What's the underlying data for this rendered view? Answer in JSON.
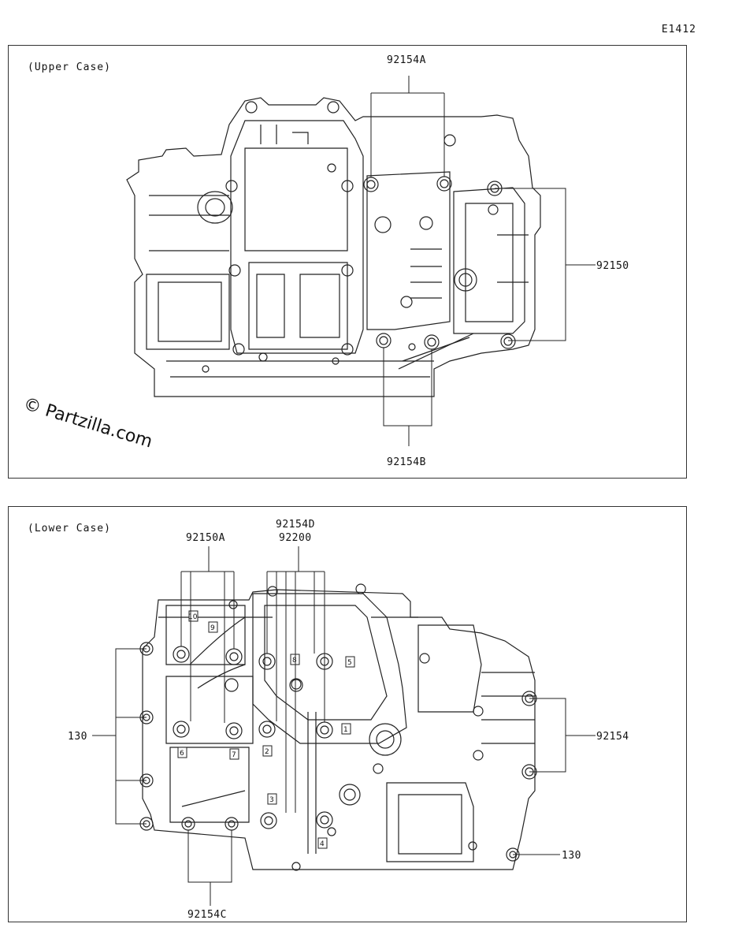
{
  "figure_code": "E1412",
  "watermark": "© Partzilla.com",
  "upper": {
    "label": "(Upper Case)",
    "callouts": {
      "c92154A": "92154A",
      "c92150": "92150",
      "c92154B": "92154B"
    }
  },
  "lower": {
    "label": "(Lower Case)",
    "callouts": {
      "c92150A": "92150A",
      "c92154D": "92154D",
      "c92200": "92200",
      "c130_left": "130",
      "c92154": "92154",
      "c130_right": "130",
      "c92154C": "92154C"
    },
    "bolt_numbers": [
      "1",
      "2",
      "3",
      "4",
      "5",
      "6",
      "7",
      "8",
      "9",
      "10"
    ]
  }
}
